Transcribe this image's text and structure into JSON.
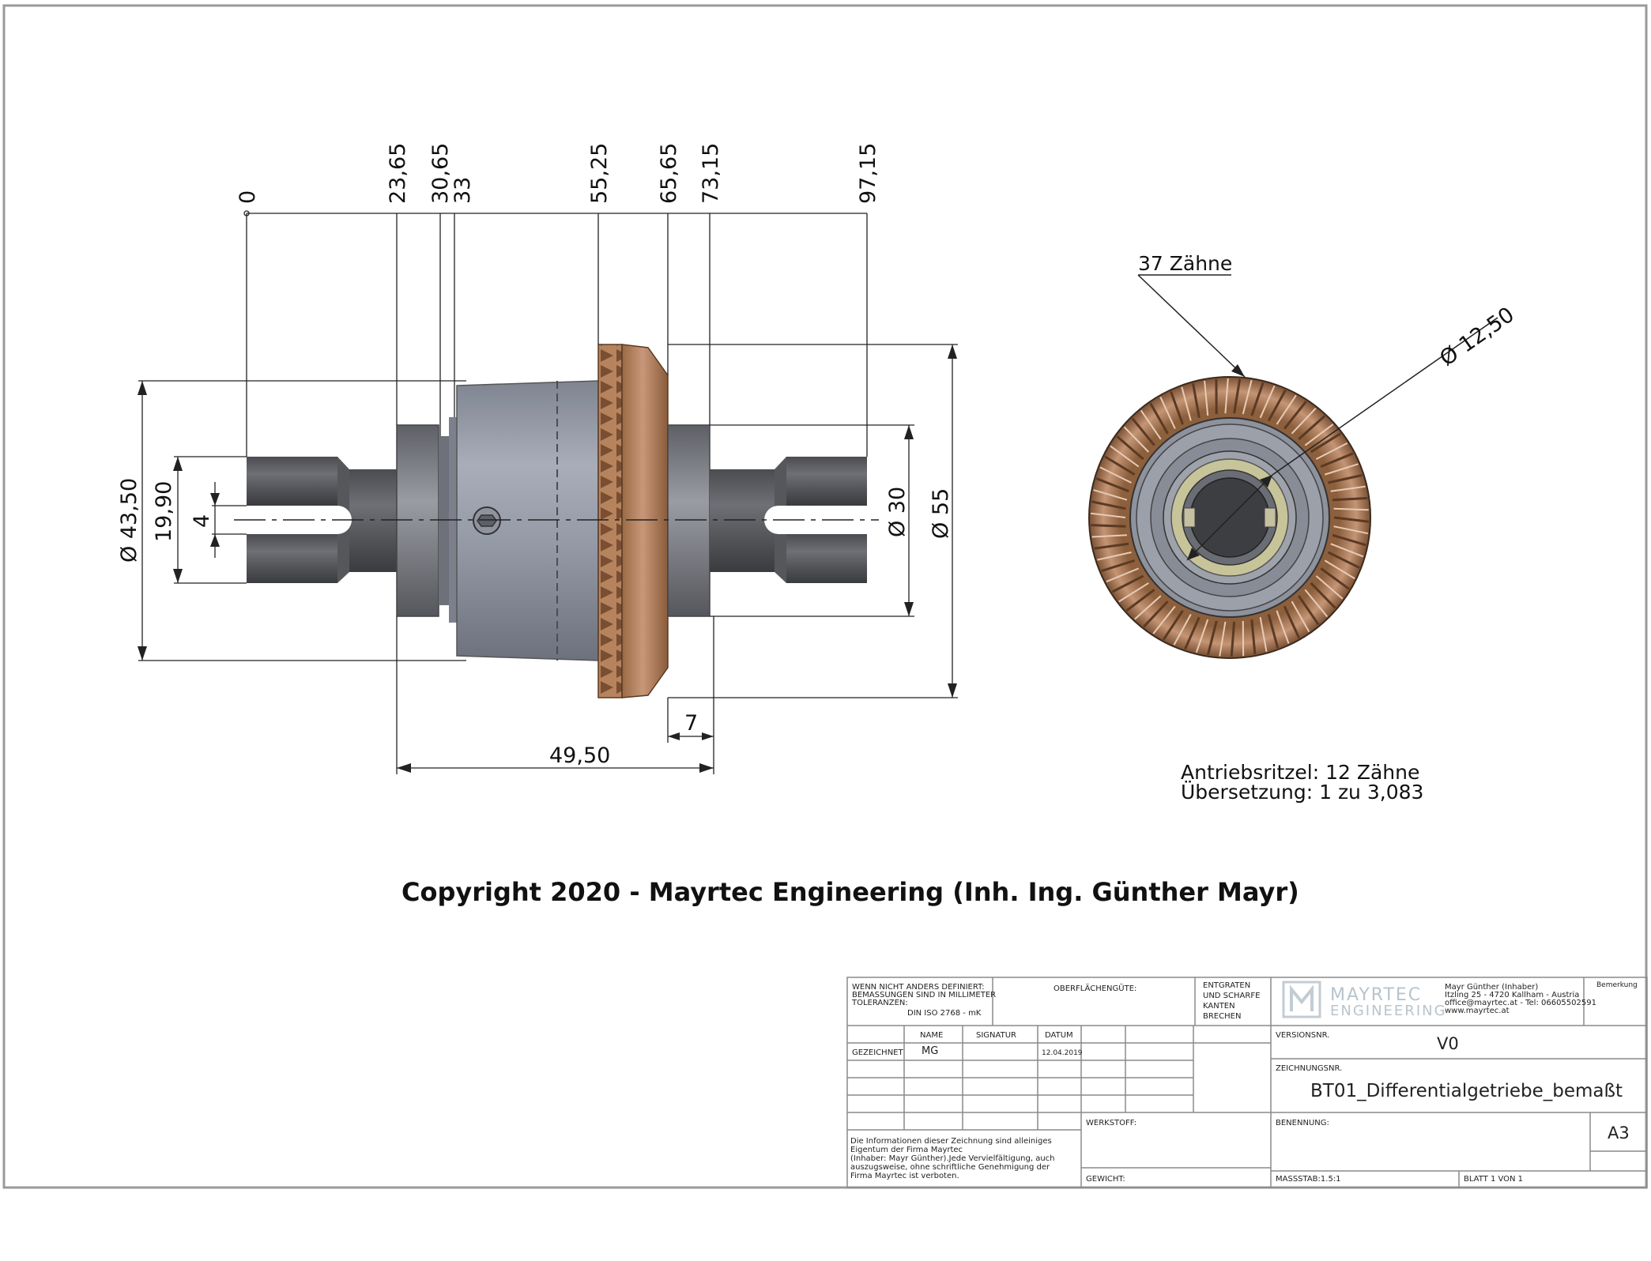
{
  "drawing": {
    "side_view": {
      "x_positions": [
        "0",
        "23,65",
        "30,65",
        "33",
        "55,25",
        "65,65",
        "73,15",
        "97,15"
      ],
      "diameters": {
        "outer_body": "Ø 43,50",
        "shaft_span": "19,90",
        "slot_width": "4",
        "bearing": "Ø 30",
        "gear": "Ø 55"
      },
      "bottom_dims": {
        "bearing_width": "7",
        "overall_length": "49,50"
      }
    },
    "front_view": {
      "teeth_label": "37 Zähne",
      "bore_dia": "Ø 12,50"
    },
    "notes": {
      "pinion": "Antriebsritzel: 12 Zähne",
      "ratio": "Übersetzung: 1 zu 3,083"
    },
    "copyright": "Copyright 2020 - Mayrtec Engineering (Inh. Ing. Günther Mayr)"
  },
  "title_block": {
    "default_note": [
      "WENN NICHT ANDERS DEFINIERT:",
      "BEMASSUNGEN SIND IN MILLIMETER",
      "TOLERANZEN:"
    ],
    "tolerance": "DIN ISO 2768 - mK",
    "surface_label": "OBERFLÄCHENGÜTE:",
    "deburr": [
      "ENTGRATEN",
      "UND SCHARFE",
      "KANTEN",
      "BRECHEN"
    ],
    "logo_line1": "MAYRTEC",
    "logo_line2": "ENGINEERING",
    "company": [
      "Mayr Günther (Inhaber)",
      "Itzling 25 - 4720 Kallham - Austria",
      "office@mayrtec.at - Tel: 06605502591",
      "www.mayrtec.at"
    ],
    "remark_label": "Bemerkung",
    "col_name": "NAME",
    "col_signature": "SIGNATUR",
    "col_date": "DATUM",
    "drawn_label": "GEZEICHNET",
    "drawn_name": "MG",
    "drawn_date": "12.04.2019",
    "version_label": "VERSIONSNR.",
    "version": "V0",
    "drawing_no_label": "ZEICHNUNGSNR.",
    "drawing_no": "BT01_Differentialgetriebe_bemaßt",
    "material_label": "WERKSTOFF:",
    "title_label": "BENENNUNG:",
    "format": "A3",
    "weight_label": "GEWICHT:",
    "scale": "MASSSTAB:1.5:1",
    "sheet": "BLATT 1 VON 1",
    "disclaimer": [
      "Die Informationen dieser Zeichnung sind alleiniges",
      "Eigentum der Firma Mayrtec",
      "(Inhaber: Mayr Günther).Jede Vervielfältigung, auch",
      "auszugsweise, ohne schriftliche Genehmigung der",
      "Firma Mayrtec ist verboten."
    ]
  }
}
